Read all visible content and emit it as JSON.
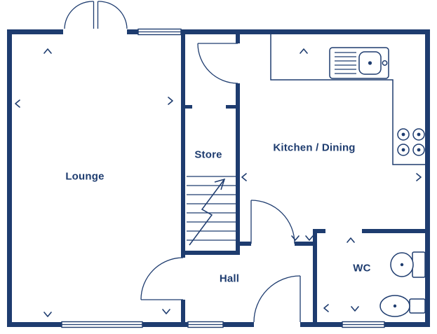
{
  "plan": {
    "rooms": [
      {
        "id": "lounge",
        "label": "Lounge"
      },
      {
        "id": "store",
        "label": "Store"
      },
      {
        "id": "kitchen_dining",
        "label": "Kitchen / Dining"
      },
      {
        "id": "hall",
        "label": "Hall"
      },
      {
        "id": "wc",
        "label": "WC"
      }
    ],
    "colors": {
      "line": "#1e3c6f",
      "background": "#ffffff"
    },
    "icons": [
      "french-doors-icon",
      "window-icon",
      "door-swing-icon",
      "stairs-up-arrow-icon",
      "sink-drainer-icon",
      "hob-four-burner-icon",
      "toilet-icon",
      "wash-basin-icon",
      "dimension-chevron-icon"
    ]
  }
}
